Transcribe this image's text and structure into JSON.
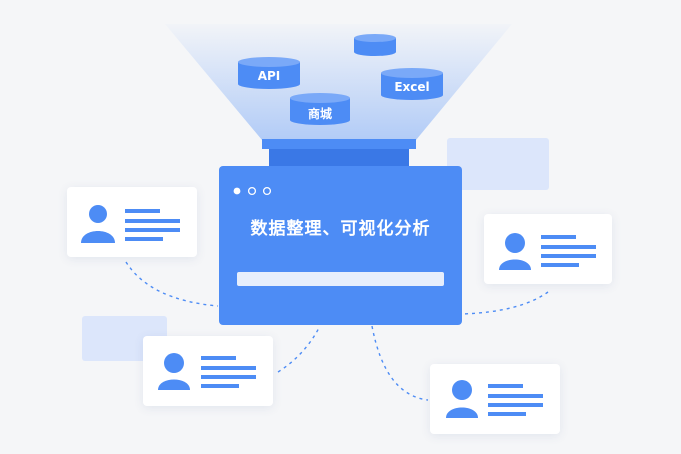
{
  "sources": {
    "api": "API",
    "excel": "Excel",
    "mall": "商城",
    "unlabeled": ""
  },
  "panel": {
    "title": "数据整理、可视化分析"
  },
  "colors": {
    "accent": "#4d8cf5",
    "accent_dark": "#3a78e6",
    "line": "#4d8cf5",
    "ghost": "#dce6fb",
    "card": "#ffffff",
    "background": "#f5f6f8"
  },
  "icons": {
    "user": "user-avatar-icon",
    "database": "database-cylinder-icon",
    "window_dots": "window-dots-icon"
  }
}
